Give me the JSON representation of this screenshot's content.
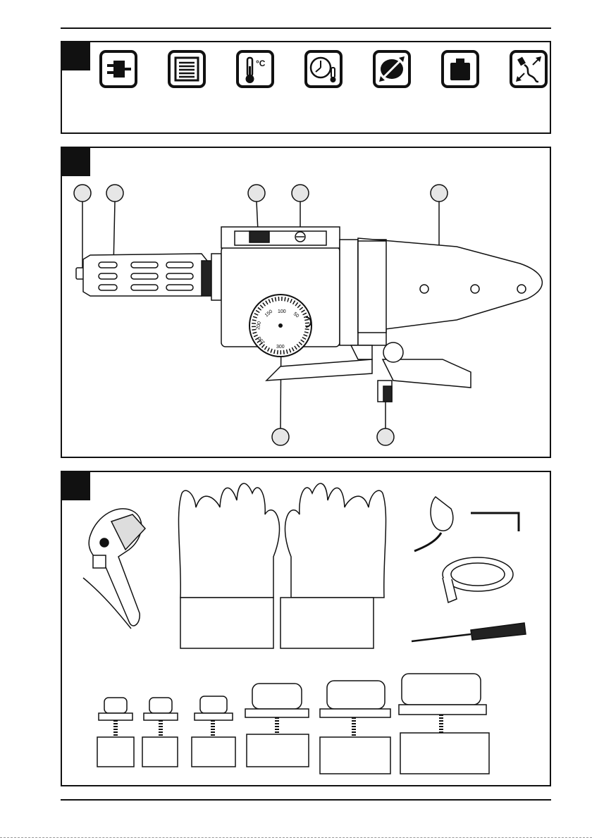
{
  "page": {
    "panels": [
      {
        "id": "panel-1",
        "kind": "symbols"
      },
      {
        "id": "panel-2",
        "kind": "device-diagram"
      },
      {
        "id": "panel-3",
        "kind": "accessories"
      }
    ]
  },
  "symbols": [
    "plug-icon",
    "heating-element-icon",
    "thermometer-celsius-icon",
    "clock-thermometer-icon",
    "pipe-diameter-icon",
    "weight-icon",
    "cable-length-icon"
  ],
  "symbol_labels": {
    "celsius": "°C"
  },
  "dial": {
    "tick_labels": [
      "100",
      "150",
      "200",
      "250",
      "300",
      "50"
    ]
  },
  "accessories": [
    "pipe-cutter",
    "protective-gloves",
    "measuring-tape",
    "allen-key",
    "sealing-tape",
    "screwdriver",
    "welding-sockets"
  ],
  "colors": {
    "ink": "#111111",
    "paper": "#ffffff"
  }
}
